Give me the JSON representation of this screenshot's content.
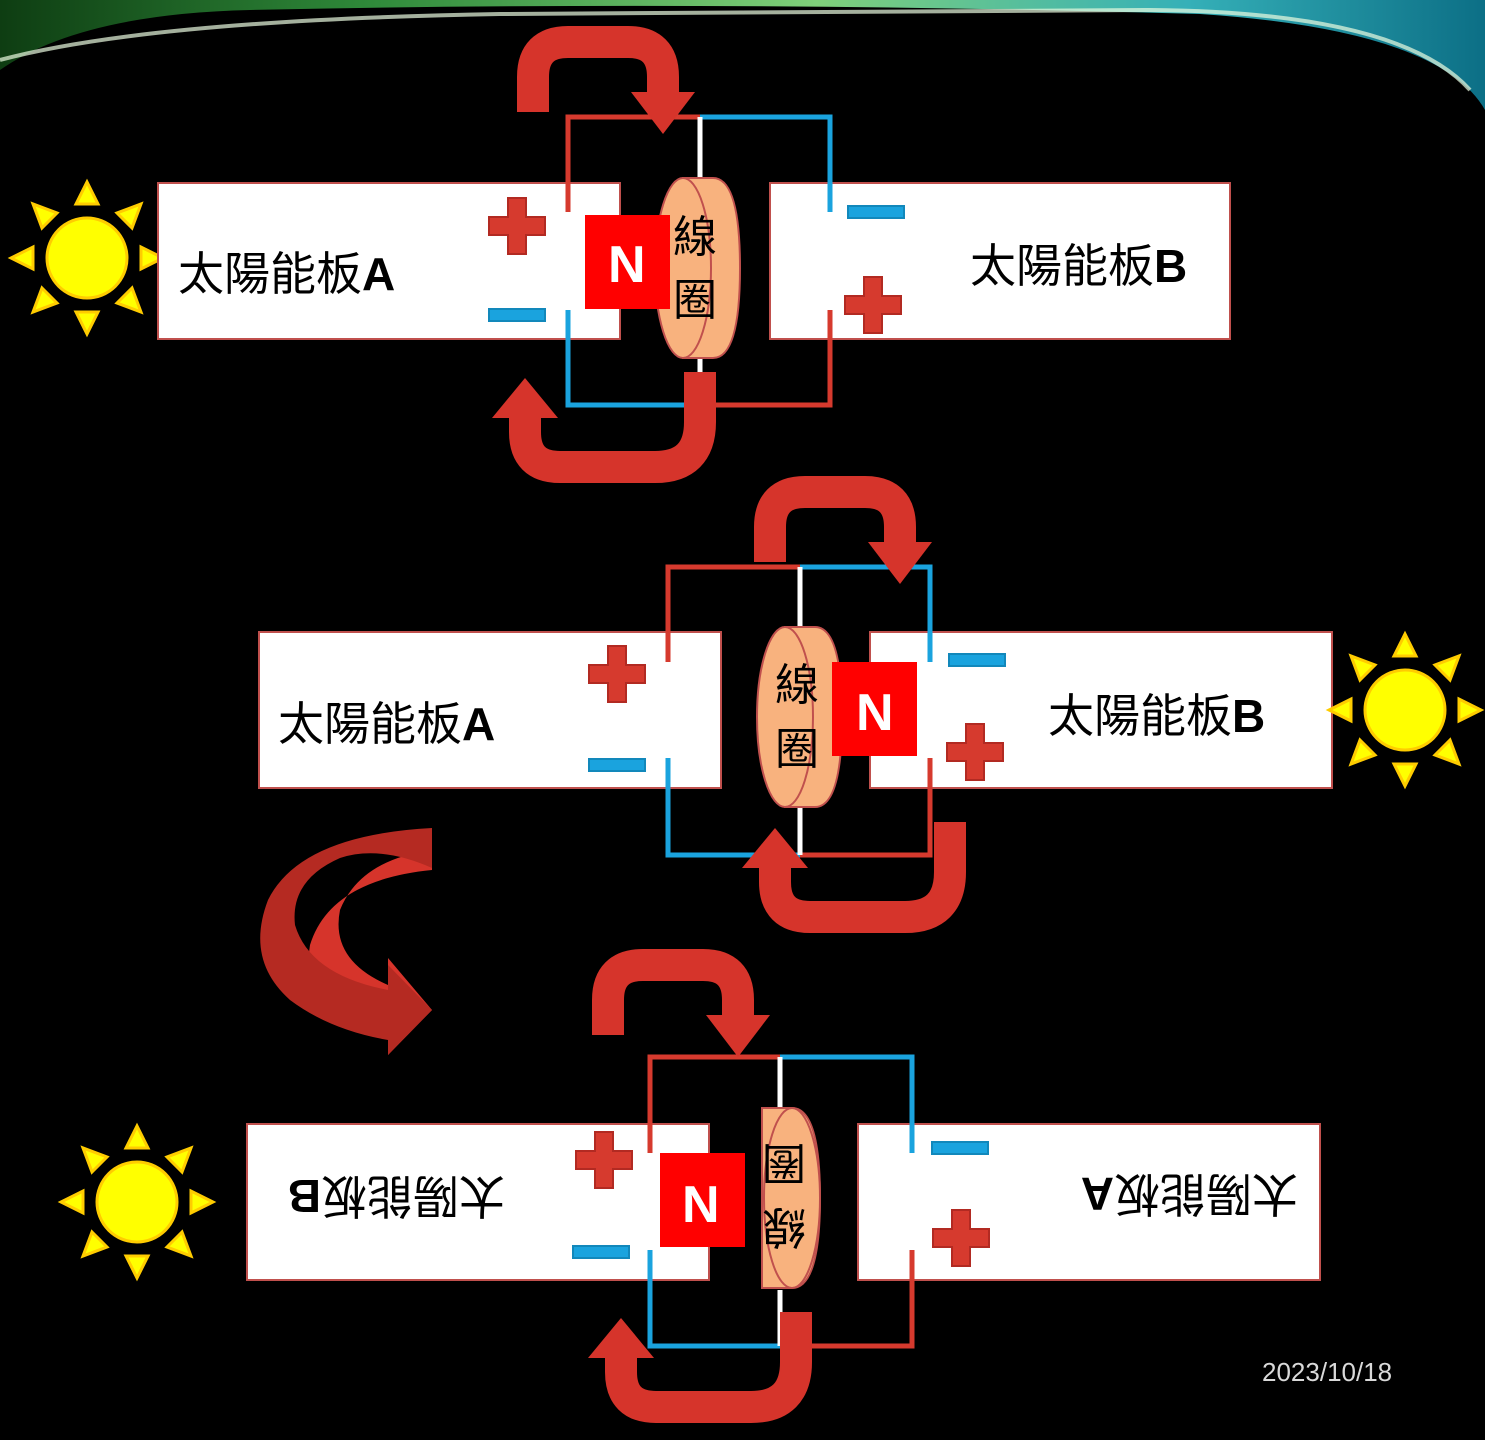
{
  "panel_a_label": "太陽能板",
  "panel_a_suffix": "A",
  "panel_b_label": "太陽能板",
  "panel_b_suffix": "B",
  "coil_chars": [
    "線",
    "圈"
  ],
  "magnet_label": "N",
  "date": "2023/10/18",
  "colors": {
    "background": "#000000",
    "panel": "#ffffff",
    "positive": "#d63a2e",
    "negative": "#1aa3de",
    "wire_red": "#d63a2e",
    "wire_blue": "#1aa3de",
    "magnet": "#ff0000",
    "coil": "#f8b27e",
    "arrow": "#d6342b",
    "sun": "#ffff00",
    "sun_ray": "#ffcc00"
  },
  "icons": [
    "sun-icon",
    "plus-icon",
    "minus-icon",
    "curved-arrow-icon",
    "coil-icon",
    "magnet-icon"
  ]
}
